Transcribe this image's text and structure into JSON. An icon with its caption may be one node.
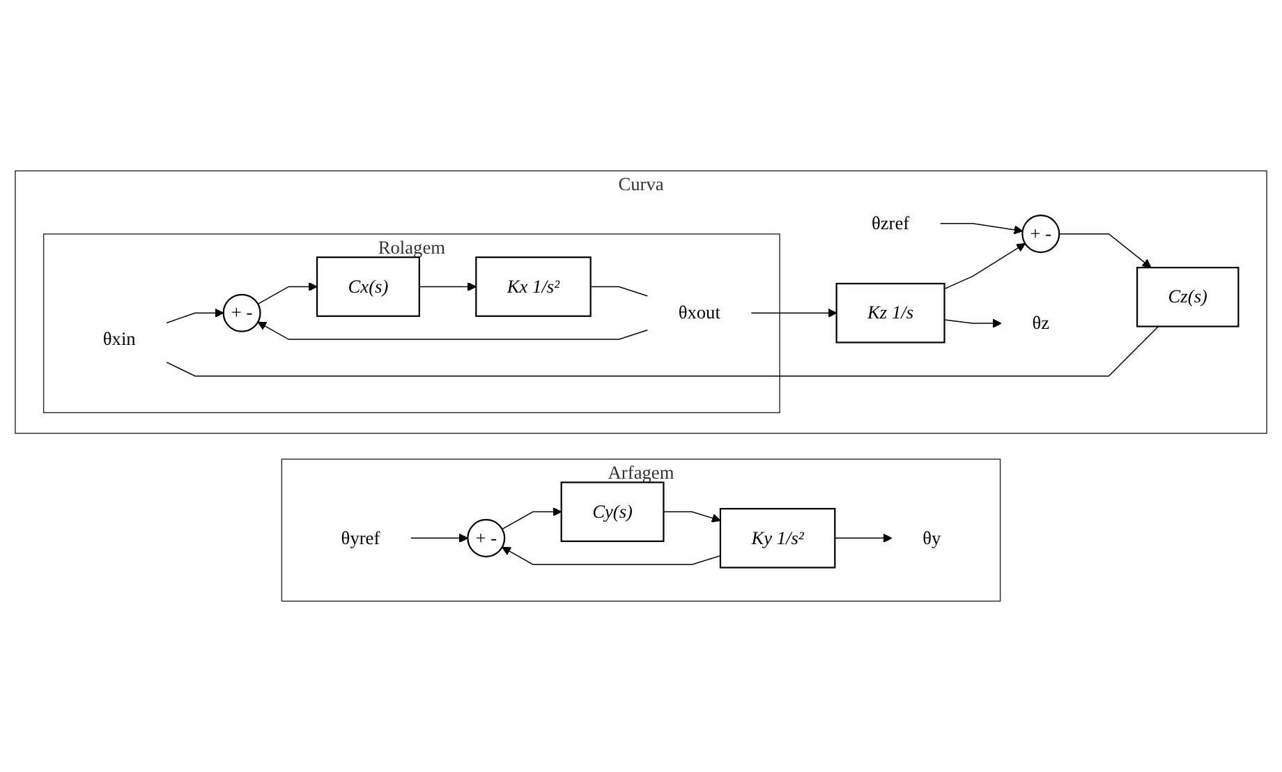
{
  "diagram": {
    "nodes": [
      {
        "text": [
          "Arfagem"
        ]
      },
      {
        "text": [
          "θyref"
        ],
        "in": 0
      },
      {
        "text": [
          "+",
          "-"
        ],
        "in": 0
      },
      {
        "text": [
          "Cy(s)"
        ],
        "in": 0
      },
      {
        "text": [
          "Ky 1/s²"
        ],
        "in": 0
      },
      {
        "text": [
          "θy"
        ],
        "in": 0
      },
      {
        "text": [
          "Curva"
        ]
      },
      {
        "text": [
          "θzref"
        ],
        "in": 6
      },
      {
        "text": [
          "+",
          "-"
        ],
        "in": 6
      },
      {
        "text": [
          "Cz(s)"
        ],
        "in": 6
      },
      {
        "text": [
          "Rolagem"
        ],
        "in": 6
      },
      {
        "text": [
          "θxin"
        ],
        "in": 10
      },
      {
        "text": [
          "+",
          "-"
        ],
        "in": 10
      },
      {
        "text": [
          "Cx(s)"
        ],
        "in": 10
      },
      {
        "text": [
          "Kx 1/s²"
        ],
        "in": 10
      },
      {
        "text": [
          "θxout"
        ],
        "in": 10
      },
      {
        "text": [
          "Kz 1/s"
        ],
        "in": 6
      },
      {
        "text": [
          "θz"
        ],
        "in": 6
      }
    ],
    "edges": [
      {
        "from": 1,
        "to": 2,
        "arrow": "to"
      },
      {
        "from": 2,
        "to": 3,
        "arrow": "to"
      },
      {
        "from": 3,
        "to": 4,
        "arrow": "to"
      },
      {
        "from": 4,
        "to": 5,
        "arrow": "to"
      },
      {
        "from": 4,
        "to": 2,
        "arrow": "to"
      },
      {
        "from": 7,
        "to": 8,
        "arrow": "to"
      },
      {
        "from": 8,
        "to": 9,
        "arrow": "to"
      },
      {
        "from": 9,
        "to": 11,
        "arrow": "none"
      },
      {
        "from": 11,
        "to": 12,
        "arrow": "to"
      },
      {
        "from": 12,
        "to": 13,
        "arrow": "to"
      },
      {
        "from": 13,
        "to": 14,
        "arrow": "to"
      },
      {
        "from": 14,
        "to": 15,
        "arrow": "none"
      },
      {
        "from": 15,
        "to": 16,
        "arrow": "to"
      },
      {
        "from": 15,
        "to": 12,
        "arrow": "to"
      },
      {
        "from": 16,
        "to": 17,
        "arrow": "to"
      },
      {
        "from": 16,
        "to": 8,
        "arrow": "to"
      }
    ]
  }
}
